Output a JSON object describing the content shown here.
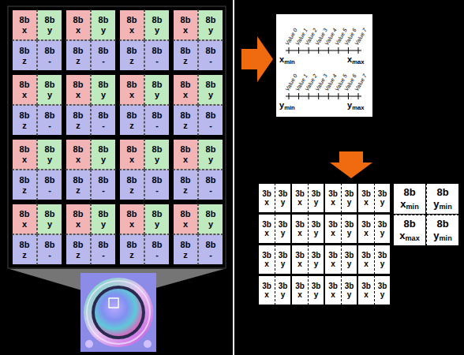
{
  "diagram": {
    "labels": [
      "8b",
      "x",
      "8b",
      "y",
      "8b",
      "z",
      "8b",
      "-",
      "8b",
      "x",
      "8b",
      "y",
      "8b",
      "z",
      "8b",
      "-",
      "8b",
      "x",
      "8b",
      "y",
      "8b",
      "z",
      "8b",
      "-",
      "8b",
      "x",
      "8b",
      "y",
      "8b",
      "z",
      "8b",
      "-",
      "8b",
      "x",
      "8b",
      "y",
      "8b",
      "z",
      "8b",
      "-",
      "8b",
      "x",
      "8b",
      "y",
      "8b",
      "z",
      "8b",
      "-",
      "8b",
      "x",
      "8b",
      "y",
      "8b",
      "z",
      "8b",
      "-",
      "8b",
      "x",
      "8b",
      "y",
      "8b",
      "z",
      "8b",
      "-",
      "8b",
      "x",
      "8b",
      "y",
      "8b",
      "z",
      "8b",
      "-",
      "8b",
      "x",
      "8b",
      "y",
      "8b",
      "z",
      "8b",
      "-",
      "8b",
      "x",
      "8b",
      "y",
      "8b",
      "z",
      "8b",
      "-",
      "8b",
      "x",
      "8b",
      "y",
      "8b",
      "z",
      "8b",
      "-",
      "8b",
      "x",
      "8b",
      "y",
      "8b",
      "z",
      "8b",
      "-",
      "8b",
      "x",
      "8b",
      "y",
      "8b",
      "z",
      "8b",
      "-",
      "8b",
      "x",
      "8b",
      "y",
      "8b",
      "z",
      "8b",
      "-",
      "8b",
      "x",
      "8b",
      "y",
      "8b",
      "z",
      "8b",
      "-",
      "Value 0",
      "Value 1",
      "Value 2",
      "Value 3",
      "Value 4",
      "Value 5",
      "Value 6",
      "Value 7",
      "xmin",
      "xmax",
      "Value 0",
      "Value 1",
      "Value 2",
      "Value 3",
      "Value 4",
      "Value 5",
      "Value 6",
      "Value 7",
      "ymin",
      "ymax",
      "3b",
      "x",
      "3b",
      "y",
      "3b",
      "x",
      "3b",
      "y",
      "3b",
      "x",
      "3b",
      "y",
      "3b",
      "x",
      "3b",
      "y",
      "3b",
      "x",
      "3b",
      "y",
      "3b",
      "x",
      "3b",
      "y",
      "3b",
      "x",
      "3b",
      "y",
      "3b",
      "x",
      "3b",
      "y",
      "3b",
      "x",
      "3b",
      "y",
      "3b",
      "x",
      "3b",
      "y",
      "3b",
      "x",
      "3b",
      "y",
      "3b",
      "x",
      "3b",
      "y",
      "3b",
      "x",
      "3b",
      "y",
      "3b",
      "x",
      "3b",
      "y",
      "3b",
      "x",
      "3b",
      "y",
      "3b",
      "x",
      "3b",
      "y",
      "8b",
      "xmin",
      "8b",
      "ymin",
      "8b",
      "xmax",
      "8b",
      "ymin"
    ]
  }
}
